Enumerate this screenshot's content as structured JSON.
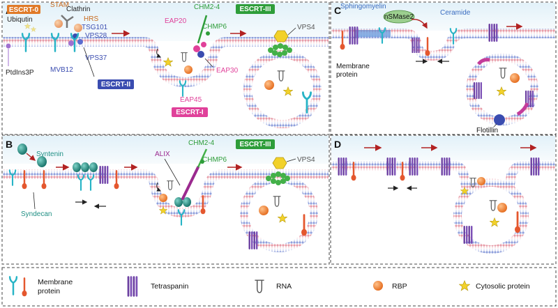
{
  "panels": {
    "a": {
      "letter": "A",
      "labels": {
        "escrt0": "ESCRT-0",
        "stam": "STAM",
        "clathrin": "Clathrin",
        "ubiquitin": "Ubiqutin",
        "hrs": "HRS",
        "tsg101": "TSG101",
        "vps28": "VPS28",
        "vps37": "VPS37",
        "mvb12": "MVB12",
        "ptdins3p": "PtdIns3P",
        "escrt2": "ESCRT-II",
        "eap20": "EAP20",
        "chm24": "CHM2-4",
        "escrt3": "ESCRT-III",
        "chmp6": "CHMP6",
        "vps4": "VPS4",
        "eap30": "EAP30",
        "eap45": "EAP45",
        "escrt1": "ESCRT-I"
      }
    },
    "b": {
      "letter": "B",
      "labels": {
        "syntenin": "Syntenin",
        "syndecan": "Syndecan",
        "alix": "ALIX",
        "chm24": "CHM2-4",
        "chmp6": "CHMP6",
        "escrt3": "ESCRT-III",
        "vps4": "VPS4"
      }
    },
    "c": {
      "letter": "C",
      "labels": {
        "sphingomyelin": "Sphingomyelin",
        "nsmase2": "nSMase2",
        "ceramide": "Ceramide",
        "membrane_protein": [
          "Membrane",
          "protein"
        ],
        "flotillin": "Flotillin"
      }
    },
    "d": {
      "letter": "D"
    }
  },
  "legend": [
    {
      "key": "membrane_protein",
      "label": [
        "Membrane",
        "protein"
      ]
    },
    {
      "key": "tetraspanin",
      "label": "Tetraspanin"
    },
    {
      "key": "rna",
      "label": "RNA"
    },
    {
      "key": "rbp",
      "label": "RBP"
    },
    {
      "key": "cytosolic_protein",
      "label": "Cytosolic protein"
    }
  ],
  "colors": {
    "membrane_outer": "#e79aa6",
    "membrane_inner": "#8fa0dc",
    "cytosol": "#e6f3fa",
    "cyan_protein": "#27b4c6",
    "red_protein": "#e4572e",
    "tetraspanin": "#6b3fa0",
    "rbp": "#f08030",
    "cytosolic_protein": "#f2d12a",
    "escrt0": "#e07a28",
    "escrt1": "#e0419a",
    "escrt2": "#3a4cb0",
    "escrt3": "#2e9d3a",
    "syntenin": "#1f8f84",
    "alix": "#9b2a8f",
    "flotillin": "#c43c9a",
    "arrow": "#b22222"
  }
}
